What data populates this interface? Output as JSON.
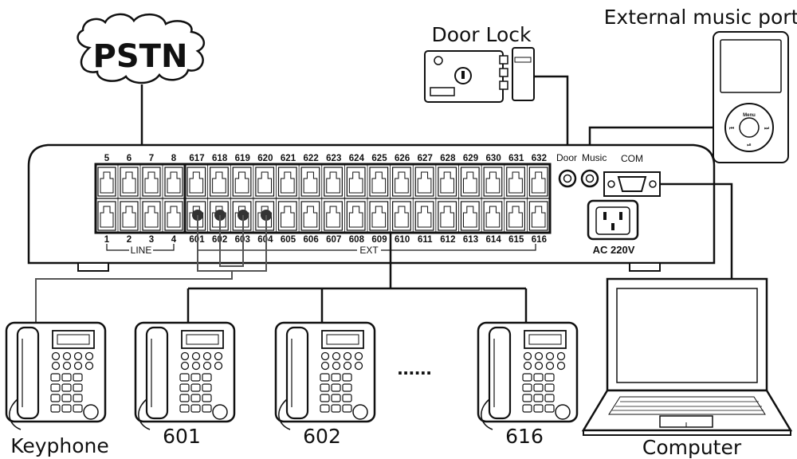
{
  "cloud": {
    "label": "PSTN"
  },
  "door_lock": {
    "label": "Door Lock"
  },
  "music_player": {
    "label": "External music port",
    "menu": "Menu"
  },
  "pbx": {
    "line_top": [
      "5",
      "6",
      "7",
      "8"
    ],
    "line_bottom": [
      "1",
      "2",
      "3",
      "4"
    ],
    "line_group": "LINE",
    "ext_top": [
      "617",
      "618",
      "619",
      "620",
      "621",
      "622",
      "623",
      "624",
      "625",
      "626",
      "627",
      "628",
      "629",
      "630",
      "631",
      "632"
    ],
    "ext_bottom": [
      "601",
      "602",
      "603",
      "604",
      "605",
      "606",
      "607",
      "608",
      "609",
      "610",
      "611",
      "612",
      "613",
      "614",
      "615",
      "616"
    ],
    "ext_group": "EXT",
    "door_port": "Door",
    "music_port": "Music",
    "com_port": "COM",
    "power": "AC 220V"
  },
  "phones": [
    {
      "label": "Keyphone"
    },
    {
      "label": "601"
    },
    {
      "label": "602"
    },
    {
      "label": "616"
    }
  ],
  "ellipsis": "......",
  "computer": {
    "label": "Computer"
  }
}
